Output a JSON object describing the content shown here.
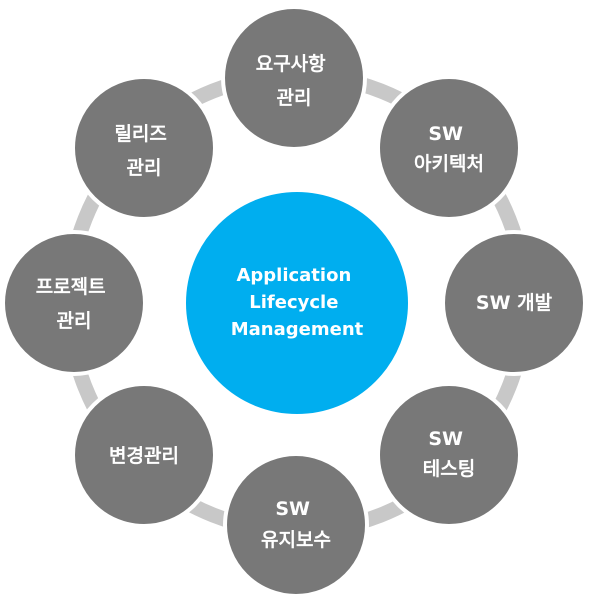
{
  "center": {
    "lines": [
      "Application",
      "Lifecycle",
      "Management"
    ]
  },
  "nodes": [
    {
      "lines": [
        "요구사항",
        "관리"
      ]
    },
    {
      "lines": [
        "SW",
        "아키텍처"
      ]
    },
    {
      "lines": [
        "SW 개발"
      ]
    },
    {
      "lines": [
        "SW",
        "테스팅"
      ]
    },
    {
      "lines": [
        "SW",
        "유지보수"
      ]
    },
    {
      "lines": [
        "변경관리"
      ]
    },
    {
      "lines": [
        "프로젝트",
        "관리"
      ]
    },
    {
      "lines": [
        "릴리즈",
        "관리"
      ]
    }
  ],
  "colors": {
    "center_fill": "#00aeef",
    "node_fill": "#787878",
    "ring_stroke": "#c8c8c8",
    "text": "#ffffff"
  }
}
